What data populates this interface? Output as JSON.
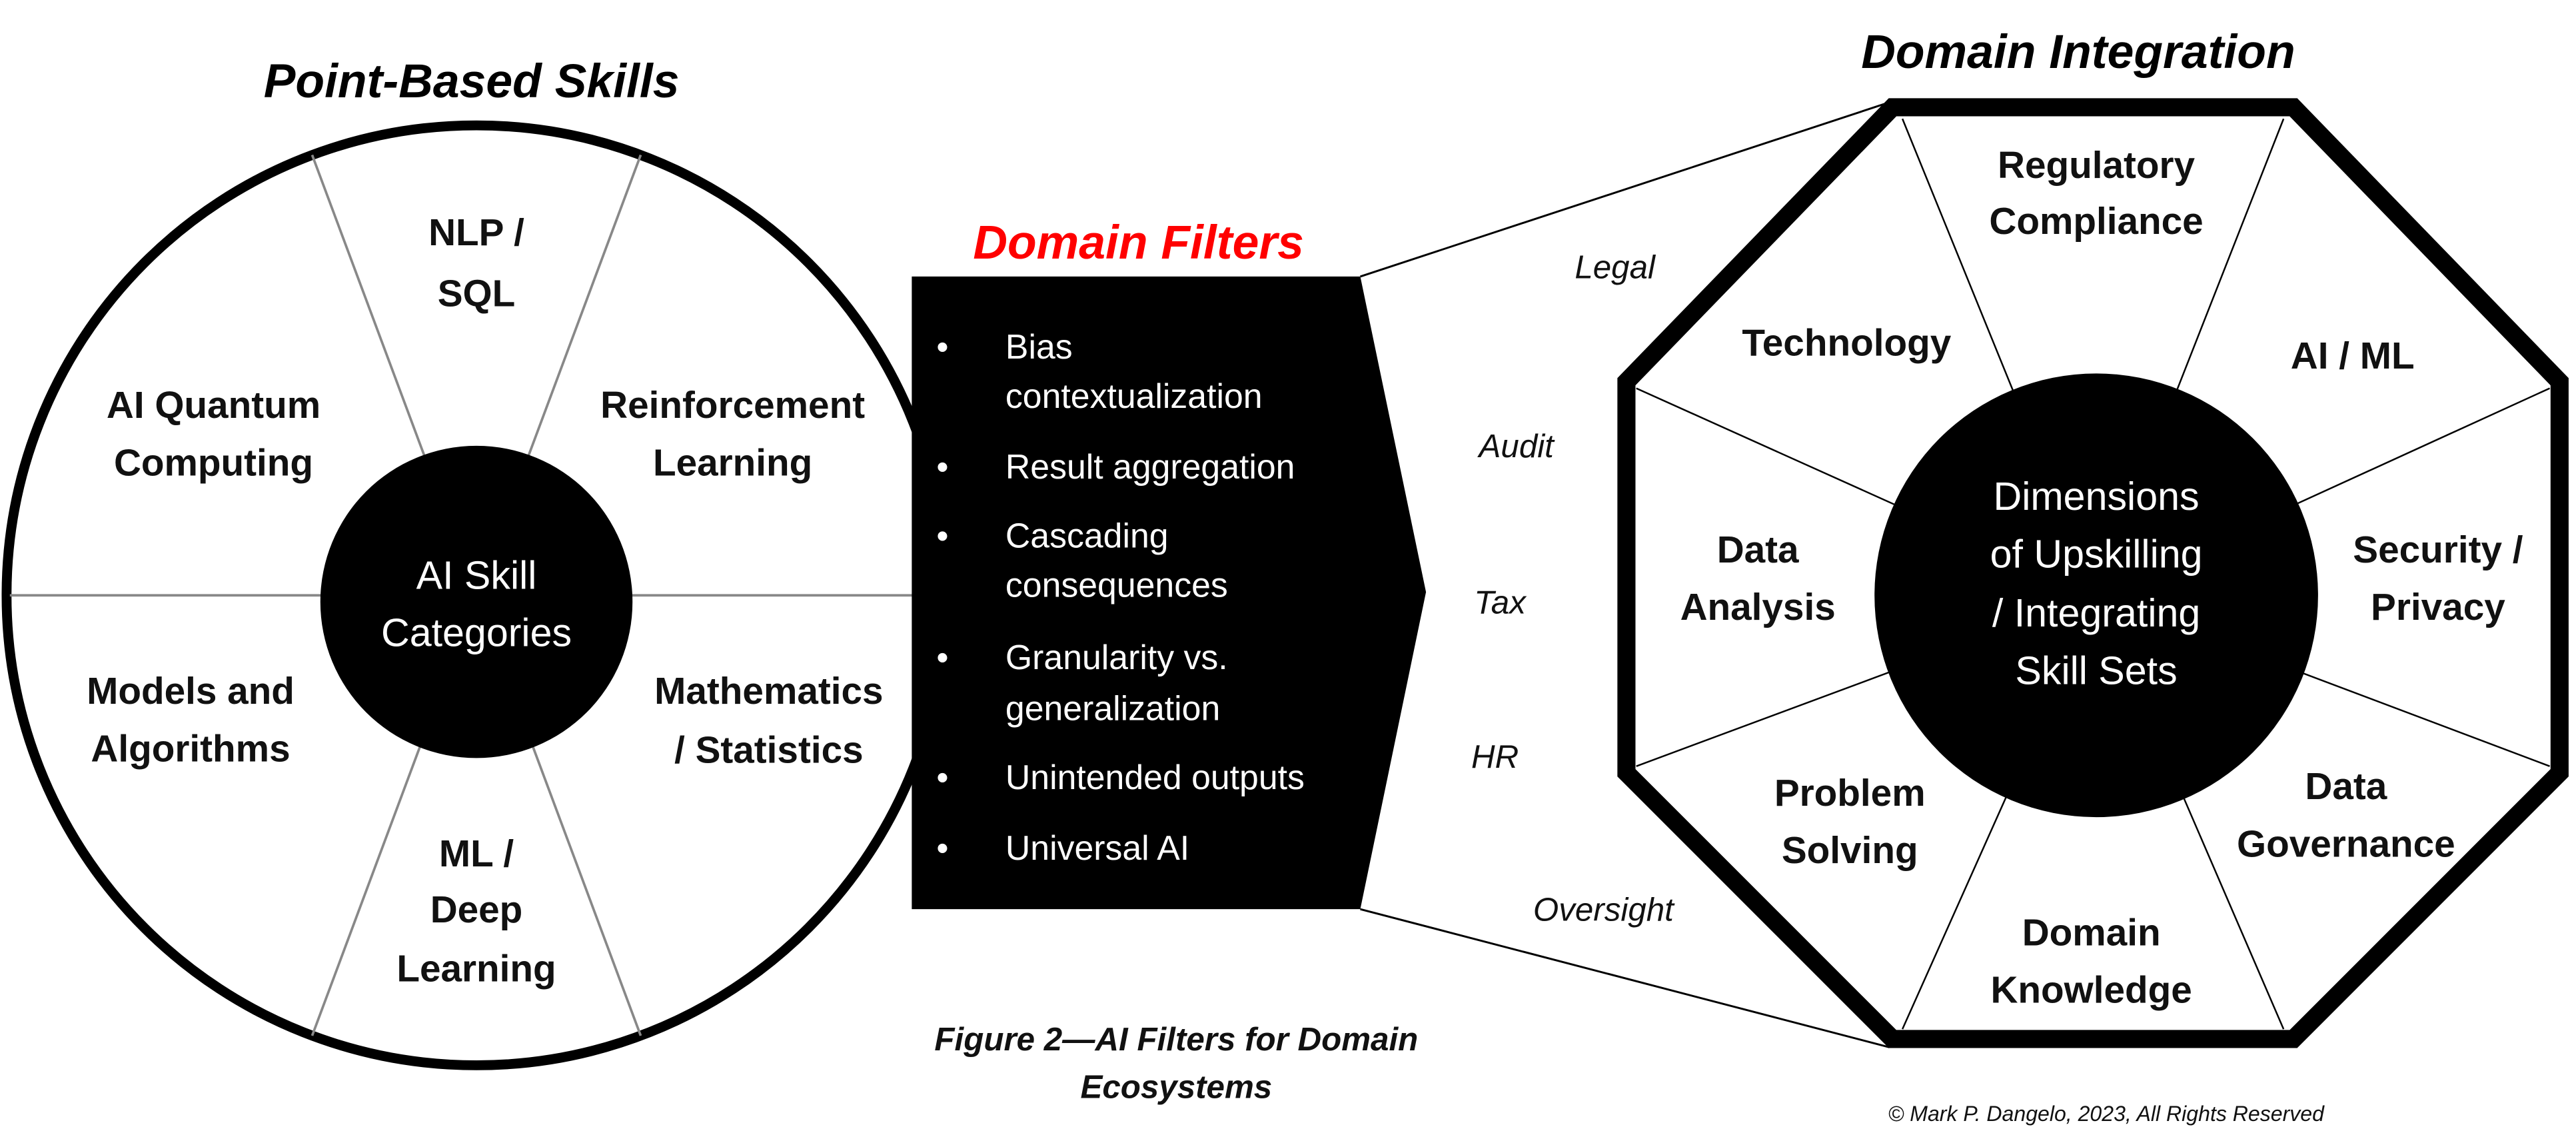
{
  "left": {
    "title": "Point-Based Skills",
    "center": [
      "AI Skill",
      "Categories"
    ],
    "segments": {
      "nlp": [
        "NLP /",
        "SQL"
      ],
      "quantum": [
        "AI Quantum",
        "Computing"
      ],
      "reinforcement": [
        "Reinforcement",
        "Learning"
      ],
      "models": [
        "Models and",
        "Algorithms"
      ],
      "math": [
        "Mathematics",
        "/ Statistics"
      ],
      "ml": [
        "ML /",
        "Deep",
        "Learning"
      ]
    }
  },
  "filters": {
    "title": "Domain Filters",
    "title_color": "#ff0000",
    "bullet": "•",
    "items": [
      [
        "Bias",
        "contextualization"
      ],
      [
        "Result aggregation"
      ],
      [
        "Cascading",
        "consequences"
      ],
      [
        "Granularity vs.",
        "generalization"
      ],
      [
        "Unintended outputs"
      ],
      [
        "Universal AI"
      ]
    ]
  },
  "domains": [
    "Legal",
    "Audit",
    "Tax",
    "HR",
    "Oversight"
  ],
  "right": {
    "title": "Domain Integration",
    "center": [
      "Dimensions",
      "of Upskilling",
      "/ Integrating",
      "Skill Sets"
    ],
    "segments": {
      "regulatory": [
        "Regulatory",
        "Compliance"
      ],
      "technology": [
        "Technology"
      ],
      "aiml": [
        "AI / ML"
      ],
      "data_analysis": [
        "Data",
        "Analysis"
      ],
      "security": [
        "Security /",
        "Privacy"
      ],
      "problem": [
        "Problem",
        "Solving"
      ],
      "governance": [
        "Data",
        "Governance"
      ],
      "knowledge": [
        "Domain",
        "Knowledge"
      ]
    }
  },
  "caption": [
    "Figure 2—AI Filters for Domain",
    "Ecosystems"
  ],
  "copyright": "© Mark P. Dangelo, 2023, All Rights Reserved"
}
